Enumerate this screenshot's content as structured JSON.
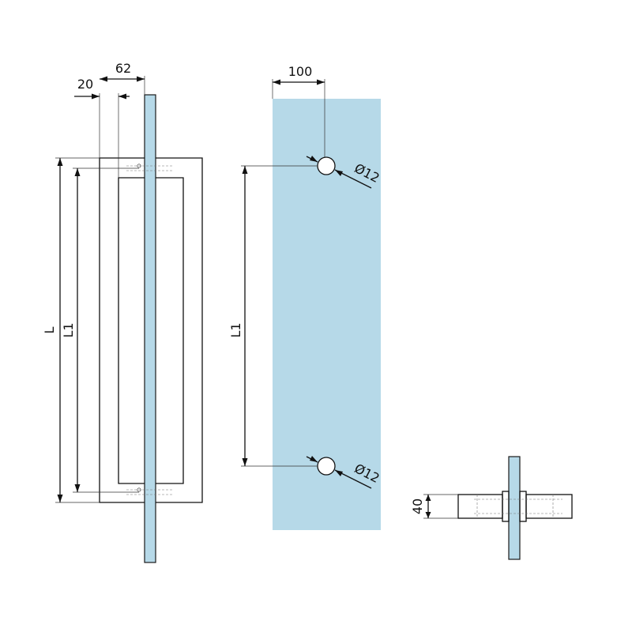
{
  "dimensions": {
    "offset_20": "20",
    "width_62": "62",
    "hole_edge_100": "100",
    "length_L": "L",
    "center_L1_side": "L1",
    "center_L1_glass": "L1",
    "hole_top_dia": "Ø12",
    "hole_bottom_dia": "Ø12",
    "thickness_40": "40"
  },
  "colors": {
    "glass": "#b6d9e8",
    "line": "#111111"
  }
}
